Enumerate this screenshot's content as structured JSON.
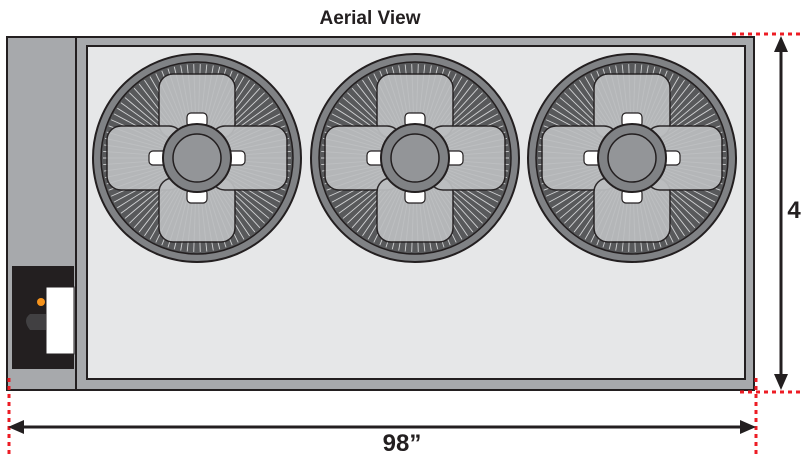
{
  "title": "Aerial View",
  "dimensions": {
    "width_label": "98”",
    "height_label": "4"
  },
  "unit": {
    "fan_count": 3,
    "colors": {
      "housing": "#a7a9ac",
      "panel": "#e6e7e8",
      "outline": "#231f20",
      "fan_ring": "#808285",
      "blade": "#bcbec0",
      "guide_line": "#ed1c24",
      "indicator": "#f7941d"
    }
  },
  "icons": {
    "fan": "condenser-fan-icon",
    "arrow": "dimension-arrow-icon"
  }
}
